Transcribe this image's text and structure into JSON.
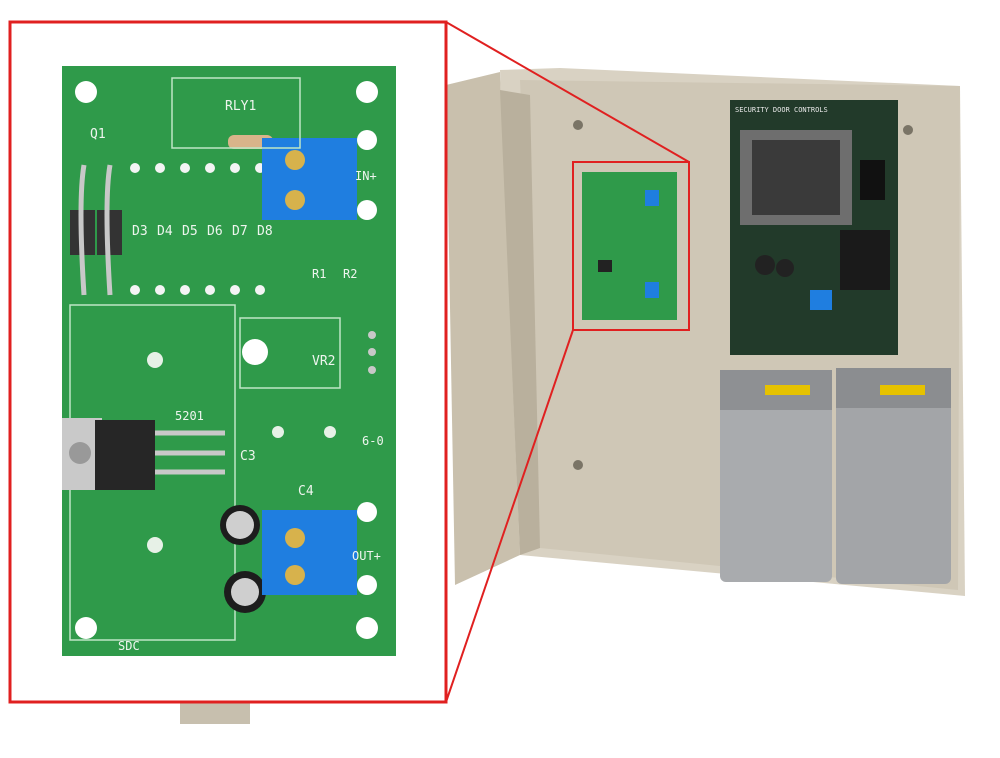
{
  "scene": {
    "enclosure_board_title": "SECURITY DOOR CONTROLS",
    "pcb_labels": {
      "q1": "Q1",
      "rly1": "RLY1",
      "d3": "D3",
      "d4": "D4",
      "d5": "D5",
      "d6": "D6",
      "d7": "D7",
      "d8": "D8",
      "r1": "R1",
      "r2": "R2",
      "vr2": "VR2",
      "c3": "C3",
      "c4": "C4",
      "in_plus": "IN+",
      "out_plus": "OUT+",
      "sdc": "SDC",
      "six_zero": "6-0",
      "reg": "5201"
    }
  },
  "colors": {
    "pcb": "#2f9a4a",
    "enclosure": "#d8d0c0",
    "callout": "#e02020",
    "terminal": "#1f7ee0",
    "battery": "#a8aaad"
  }
}
